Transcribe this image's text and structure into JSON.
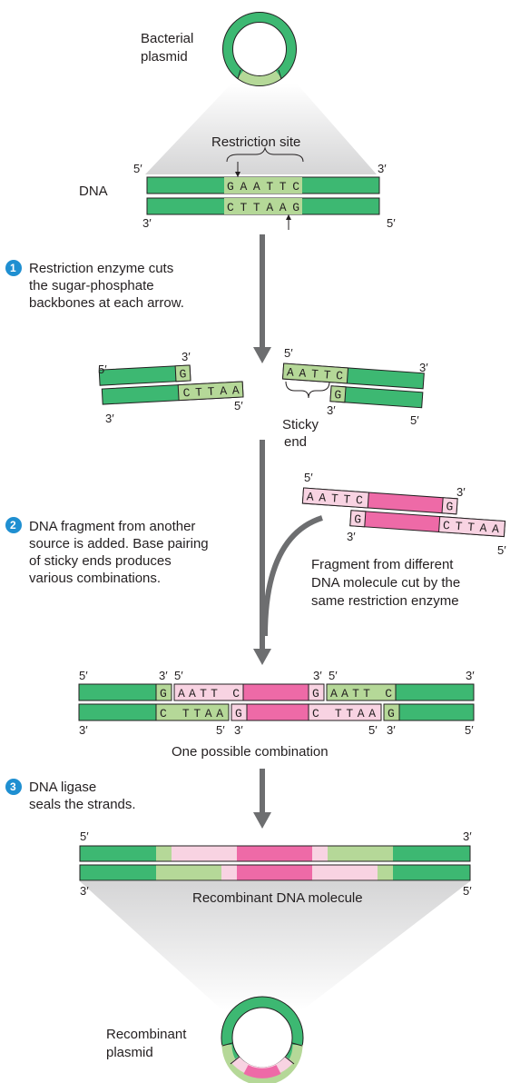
{
  "plasmid": {
    "label_line1": "Bacterial",
    "label_line2": "plasmid"
  },
  "dna_label": "DNA",
  "restriction_site_label": "Restriction site",
  "prime5": "5′",
  "prime3": "3′",
  "site": {
    "top": "GAATTC",
    "bottom": "CTTAAG"
  },
  "step1": {
    "number": "1",
    "line1": "Restriction enzyme cuts",
    "line2": "the sugar-phosphate",
    "line3": "backbones at each arrow."
  },
  "cut": {
    "left_top": "G",
    "left_bottom": "CTTAA",
    "right_top": "AATTC",
    "right_bottom": "G",
    "sticky_line1": "Sticky",
    "sticky_line2": "end"
  },
  "fragment": {
    "top_left": "AATTC",
    "top_right": "G",
    "bottom_left": "G",
    "bottom_right": "CTTAA",
    "label_line1": "Fragment from different",
    "label_line2": "DNA molecule cut by the",
    "label_line3": "same restriction enzyme"
  },
  "step2": {
    "number": "2",
    "line1": "DNA fragment from another",
    "line2": "source is added. Base pairing",
    "line3": "of sticky ends produces",
    "line4": "various combinations."
  },
  "combo": {
    "g": "G",
    "aatt_c": "AATT C",
    "c_ttaa": "C TTAA",
    "label": "One possible combination"
  },
  "step3": {
    "number": "3",
    "line1": "DNA ligase",
    "line2": "seals the strands."
  },
  "recombinant_dna_label": "Recombinant DNA molecule",
  "recombinant_plasmid": {
    "label_line1": "Recombinant",
    "label_line2": "plasmid"
  },
  "colors": {
    "dark_green": "#3db872",
    "light_green": "#b5d898",
    "dark_pink": "#ee6aa7",
    "light_pink": "#f8d3e2",
    "arrow": "#6d6e70",
    "cone": "#d7d7d8",
    "step_badge": "#1f8fd1"
  }
}
